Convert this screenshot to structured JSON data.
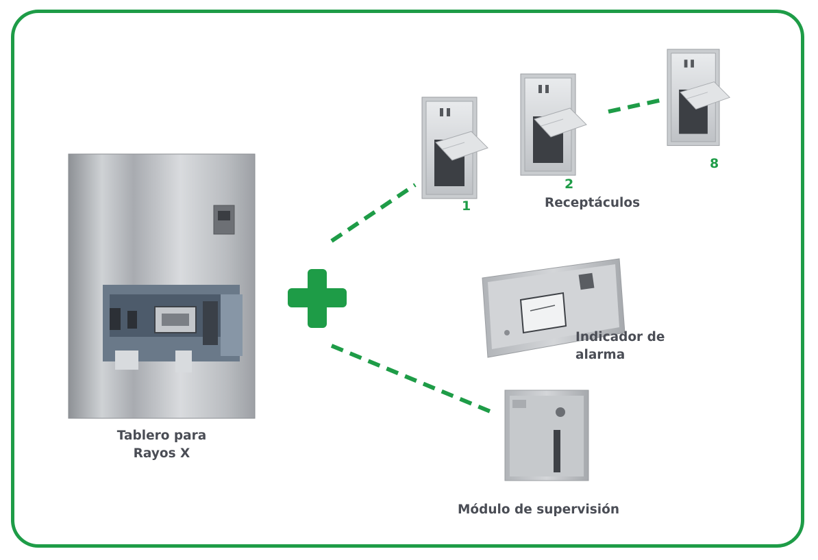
{
  "colors": {
    "accent_green": "#1e9c47",
    "label_text": "#4a4d55"
  },
  "icons": {
    "plus": "plus-icon",
    "receptacle": "receptacle-device-icon",
    "panel": "xray-panel-icon",
    "alarm": "alarm-indicator-device-icon",
    "supervision": "supervision-module-device-icon"
  },
  "panel": {
    "label_line1": "Tablero para",
    "label_line2": "Rayos X"
  },
  "receptacles": {
    "label": "Receptáculos",
    "items": [
      {
        "number": "1"
      },
      {
        "number": "2"
      },
      {
        "number": "8"
      }
    ]
  },
  "alarm": {
    "label_line1": "Indicador de",
    "label_line2": "alarma"
  },
  "supervision": {
    "label": "Módulo de supervisión"
  }
}
